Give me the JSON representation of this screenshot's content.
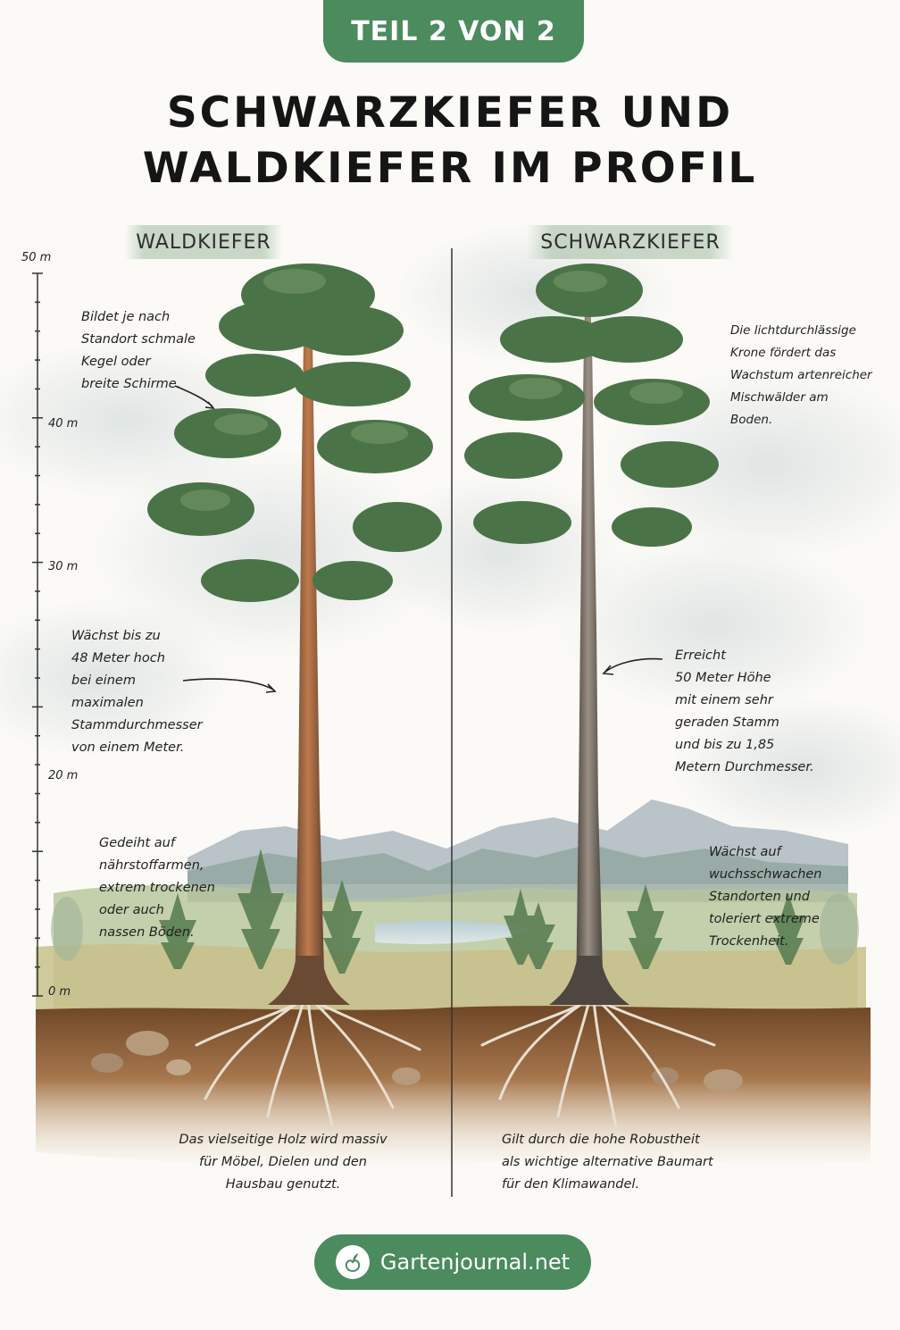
{
  "badge": "TEIL 2 VON 2",
  "title": [
    "SCHWARZKIEFER UND",
    "WALDKIEFER IM PROFIL"
  ],
  "columns": {
    "left": "WALDKIEFER",
    "right": "SCHWARZKIEFER"
  },
  "scale": {
    "unit": "m",
    "labels": [
      "50 m",
      "40 m",
      "30 m",
      "20 m",
      "0 m"
    ]
  },
  "notes": {
    "wald_crown": [
      "Bildet je nach",
      "Standort schmale",
      "Kegel oder",
      "breite Schirme."
    ],
    "wald_height": [
      "Wächst bis zu",
      "48 Meter hoch",
      "bei einem",
      "maximalen",
      "Stammdurchmesser",
      "von einem Meter."
    ],
    "wald_soil": [
      "Gedeiht auf",
      "nährstoffarmen,",
      "extrem trockenen",
      "oder auch",
      "nassen Böden."
    ],
    "wald_wood": [
      "Das vielseitige Holz wird massiv",
      "für Möbel, Dielen und den",
      "Hausbau genutzt."
    ],
    "schwarz_crown": [
      "Die lichtdurchlässige",
      "Krone fördert das",
      "Wachstum artenreicher",
      "Mischwälder am",
      "Boden."
    ],
    "schwarz_height": [
      "Erreicht",
      "50 Meter Höhe",
      "mit einem sehr",
      "geraden Stamm",
      "und bis zu 1,85",
      "Metern Durchmesser."
    ],
    "schwarz_soil": [
      "Wächst auf",
      "wuchsschwachen",
      "Standorten und",
      "toleriert extreme",
      "Trockenheit."
    ],
    "schwarz_climate": [
      "Gilt durch die hohe Robustheit",
      "als wichtige alternative Baumart",
      "für den Klimawandel."
    ]
  },
  "brand": "Gartenjournal.net",
  "colors": {
    "accent_green": "#4b8b5e",
    "title_ink": "#151515",
    "soil": "#8a5a36",
    "foliage": "#3f6b45",
    "trunk_wald": "#b5714a",
    "trunk_schwarz": "#7d746a"
  }
}
